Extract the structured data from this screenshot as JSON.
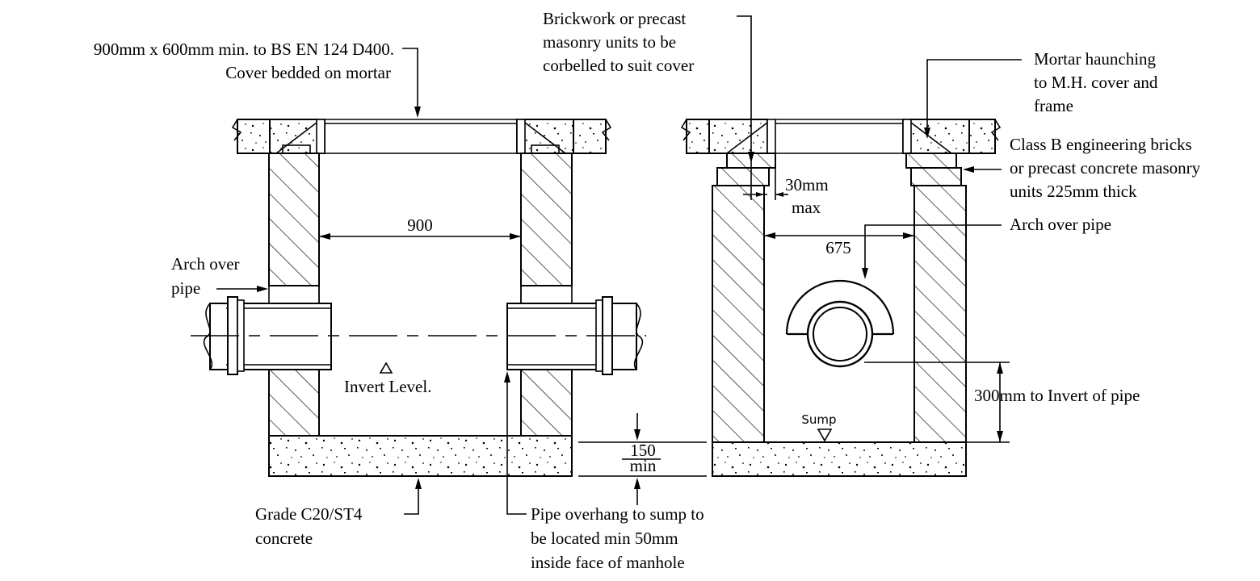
{
  "labels": {
    "cover_spec_1": "900mm x 600mm min. to BS EN 124 D400.",
    "cover_spec_2": "Cover bedded on mortar",
    "corbel_1": "Brickwork or precast",
    "corbel_2": "masonry units to be",
    "corbel_3": "corbelled to suit cover",
    "haunch_1": "Mortar haunching",
    "haunch_2": "to M.H. cover and",
    "haunch_3": "frame",
    "bricks_1": "Class B engineering bricks",
    "bricks_2": "or precast concrete masonry",
    "bricks_3": "units 225mm thick",
    "arch_right": "Arch over pipe",
    "arch_left_1": "Arch over",
    "arch_left_2": "pipe",
    "dim_900": "900",
    "dim_675": "675",
    "dim_30_1": "30mm",
    "dim_30_2": "max",
    "invert_level": "Invert Level.",
    "sump": "Sump",
    "dim_300": "300mm to Invert of pipe",
    "dim_150_1": "150",
    "dim_150_2": "min",
    "concrete_1": "Grade C20/ST4",
    "concrete_2": "concrete",
    "overhang_1": "Pipe overhang to sump to",
    "overhang_2": "be located min 50mm",
    "overhang_3": "inside face of manhole"
  }
}
